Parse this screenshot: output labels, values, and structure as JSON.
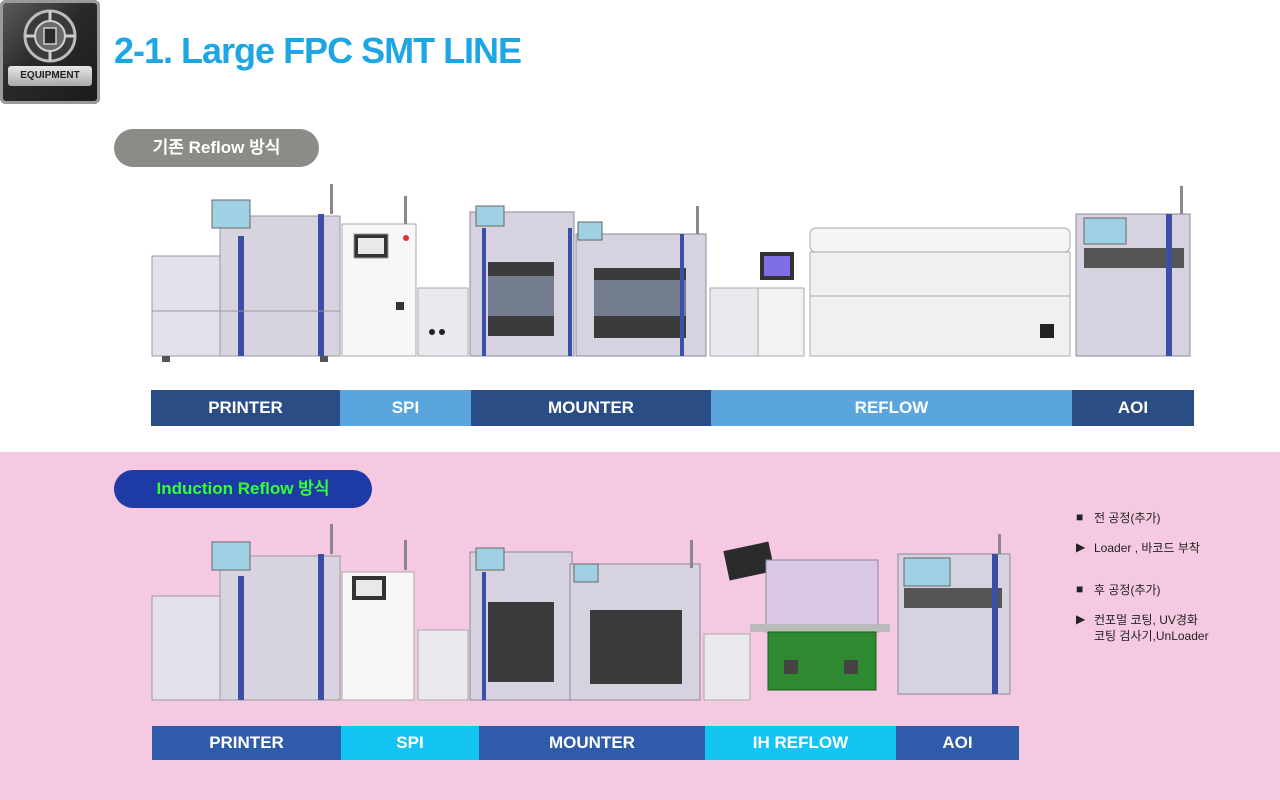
{
  "header": {
    "logo_label": "EQUIPMENT",
    "title": "2-1. Large FPC SMT LINE"
  },
  "conventional": {
    "label": "기존 Reflow 방식",
    "stages": [
      {
        "label": "PRINTER",
        "color": "#2b4d86",
        "width": 189
      },
      {
        "label": "SPI",
        "color": "#5aa5dd",
        "width": 131
      },
      {
        "label": "MOUNTER",
        "color": "#2b4d86",
        "width": 240
      },
      {
        "label": "REFLOW",
        "color": "#5aa5dd",
        "width": 361
      },
      {
        "label": "AOI",
        "color": "#2b4d86",
        "width": 122
      }
    ]
  },
  "induction": {
    "label": "Induction  Reflow 방식",
    "stages": [
      {
        "label": "PRINTER",
        "color": "#2f5caa",
        "width": 189
      },
      {
        "label": "SPI",
        "color": "#14c4f2",
        "width": 138
      },
      {
        "label": "MOUNTER",
        "color": "#2f5caa",
        "width": 226
      },
      {
        "label": "IH REFLOW",
        "color": "#14c4f2",
        "width": 191
      },
      {
        "label": "AOI",
        "color": "#2f5caa",
        "width": 123
      }
    ],
    "notes": {
      "pre_title": "전 공정(추가)",
      "pre_item": "Loader , 바코드 부착",
      "post_title": "후 공정(추가)",
      "post_item_line1": "컨포멀 코팅, UV경화",
      "post_item_line2": "코팅 검사기,UnLoader"
    }
  }
}
